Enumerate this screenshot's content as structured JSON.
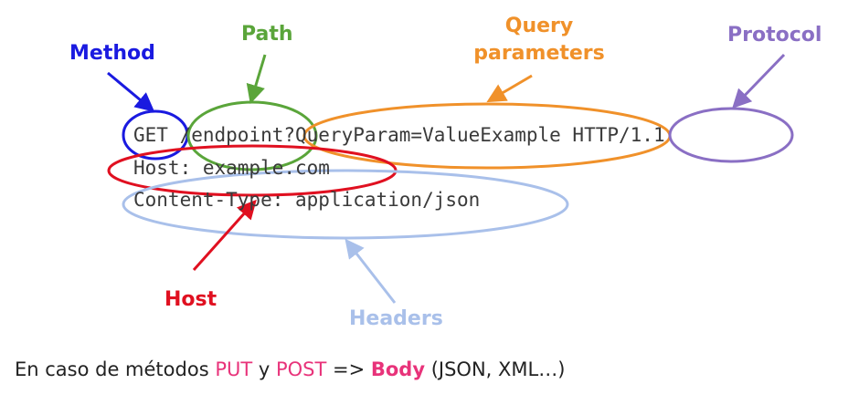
{
  "code": {
    "line1": "GET /endpoint?QueryParam=ValueExample HTTP/1.1",
    "line2": "Host: example.com",
    "line3": "Content-Type: application/json"
  },
  "labels": {
    "method": "Method",
    "path": "Path",
    "query_line1": "Query",
    "query_line2": "parameters",
    "protocol": "Protocol",
    "host": "Host",
    "headers": "Headers"
  },
  "footer": {
    "prefix": "En caso de métodos ",
    "put": "PUT",
    "and": " y ",
    "post": "POST",
    "arrow": " => ",
    "body": "Body",
    "suffix": " (JSON, XML…)"
  },
  "colors": {
    "method": "#1a1ae0",
    "path": "#5aa53a",
    "query": "#f0912a",
    "protocol": "#8a6fc4",
    "host": "#e01020",
    "headers": "#a9c0ea",
    "highlight": "#e8337a"
  }
}
